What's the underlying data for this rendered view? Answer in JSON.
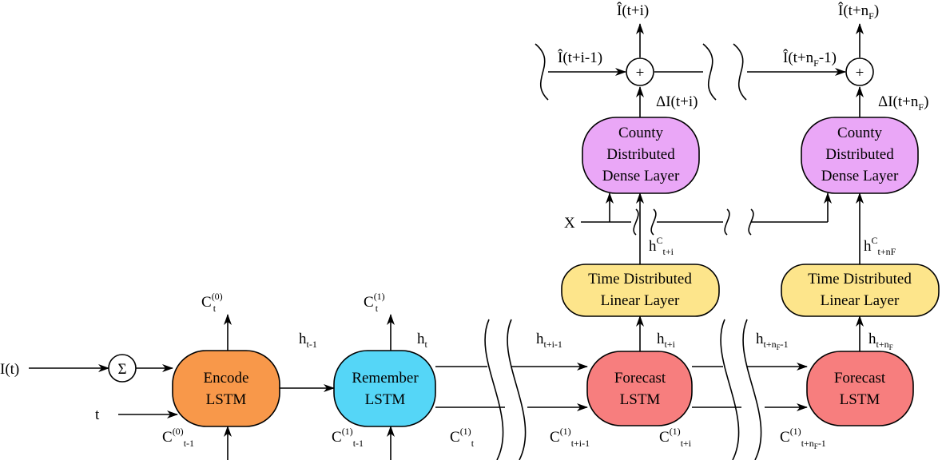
{
  "colors": {
    "encode": "#f8984a",
    "remember": "#55d6f7",
    "forecast": "#f77e7e",
    "linear": "#fde58b",
    "dense": "#eaa7f7",
    "stroke": "#000000",
    "background": "#ffffff"
  },
  "icons": {
    "sum": "sum-symbol-icon",
    "plus": "plus-symbol-icon",
    "break": "squiggle-break-icon"
  },
  "inputs": {
    "I_t": "I(t)",
    "t": "t",
    "X": "X",
    "sum_symbol": "Σ",
    "plus_symbol": "+"
  },
  "nodes": {
    "encode": {
      "line1": "Encode",
      "line2": "LSTM"
    },
    "remember": {
      "line1": "Remember",
      "line2": "LSTM"
    },
    "forecast1": {
      "line1": "Forecast",
      "line2": "LSTM"
    },
    "forecast2": {
      "line1": "Forecast",
      "line2": "LSTM"
    },
    "linear1": {
      "line1": "Time Distributed",
      "line2": "Linear Layer"
    },
    "linear2": {
      "line1": "Time Distributed",
      "line2": "Linear Layer"
    },
    "dense1": {
      "line1": "County",
      "line2": "Distributed",
      "line3": "Dense Layer"
    },
    "dense2": {
      "line1": "County",
      "line2": "Distributed",
      "line3": "Dense Layer"
    }
  },
  "labels": {
    "C0_t": {
      "base": "C",
      "sup": "(0)",
      "sub": "t"
    },
    "C0_tm1": {
      "base": "C",
      "sup": "(0)",
      "sub": "t-1"
    },
    "C1_t_top": {
      "base": "C",
      "sup": "(1)",
      "sub": "t"
    },
    "C1_tm1": {
      "base": "C",
      "sup": "(1)",
      "sub": "t-1"
    },
    "h_tm1": {
      "base": "h",
      "sub": "t-1"
    },
    "h_t": {
      "base": "h",
      "sub": "t"
    },
    "C1_t_bottom": {
      "base": "C",
      "sup": "(1)",
      "sub": "t"
    },
    "h_ti1": {
      "base": "h",
      "sub": "t+i-1"
    },
    "C1_ti1": {
      "base": "C",
      "sup": "(1)",
      "sub": "t+i-1"
    },
    "h_ti": {
      "base": "h",
      "sub": "t+i"
    },
    "C1_ti": {
      "base": "C",
      "sup": "(1)",
      "sub": "t+i"
    },
    "h_tnF1": {
      "base": "h",
      "sub": "t+n",
      "subsub": "F",
      "sub2": "-1"
    },
    "C1_tnF1": {
      "base": "C",
      "sup": "(1)",
      "sub": "t+n",
      "subsub": "F",
      "sub2": "-1"
    },
    "h_tnF": {
      "base": "h",
      "sub": "t+n",
      "subsub": "F"
    },
    "hC_ti": {
      "base": "h",
      "sup": "C",
      "sub": "t+i"
    },
    "hC_tnF": {
      "base": "h",
      "sup": "C",
      "sub": "t+nF"
    },
    "dI_ti": {
      "pre": "ΔI(t+i)"
    },
    "dI_tnF": {
      "pre": "ΔI(t+n",
      "sub": "F",
      "post": ")"
    },
    "Ihat_ti1": {
      "pre": "Î(t+i-1)"
    },
    "Ihat_ti": {
      "pre": "Î(t+i)"
    },
    "Ihat_tnF1": {
      "pre": "Î(t+n",
      "sub": "F",
      "post": "-1)"
    },
    "Ihat_tnF": {
      "pre": "Î(t+n",
      "sub": "F",
      "post": ")"
    }
  }
}
